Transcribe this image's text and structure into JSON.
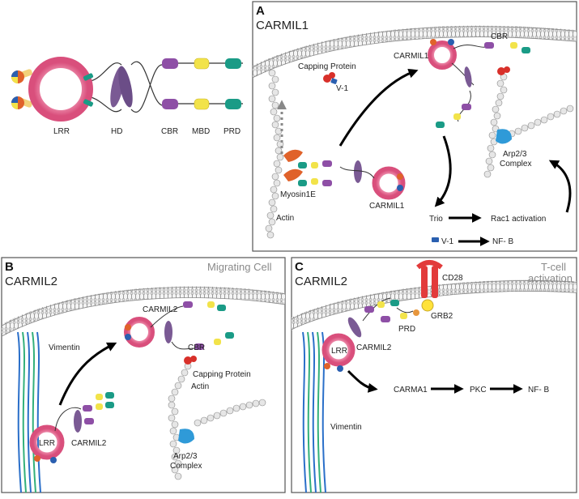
{
  "domain_overview": {
    "labels": {
      "lrr": "LRR",
      "hd": "HD",
      "cbr": "CBR",
      "mbd": "MBD",
      "prd": "PRD"
    }
  },
  "panel_a": {
    "letter": "A",
    "title": "CARMIL1",
    "labels": {
      "capping_protein": "Capping Protein",
      "v1": "V-1",
      "carmil1_top": "CARMIL1",
      "cbr": "CBR",
      "myosin": "Myosin1E",
      "carmil1_bottom": "CARMIL1",
      "arp": "Arp2/3",
      "complex": "Complex",
      "actin": "Actin",
      "trio": "Trio",
      "rac1": "Rac1 activation",
      "v1_bottom": "V-1",
      "nfkb": "NF-  B"
    }
  },
  "panel_b": {
    "letter": "B",
    "title": "CARMIL2",
    "subtitle": "Migrating Cell",
    "labels": {
      "vimentin": "Vimentin",
      "carmil2_top": "CARMIL2",
      "cbr": "CBR",
      "capping_protein": "Capping Protein",
      "actin": "Actin",
      "lrr": "LRR",
      "carmil2_bottom": "CARMIL2",
      "arp": "Arp2/3",
      "complex": "Complex"
    }
  },
  "panel_c": {
    "letter": "C",
    "title": "CARMIL2",
    "subtitle_line1": "T-cell",
    "subtitle_line2": "activation",
    "labels": {
      "cd28": "CD28",
      "grb2": "GRB2",
      "prd": "PRD",
      "lrr": "LRR",
      "carmil2": "CARMIL2",
      "carma1": "CARMA1",
      "pkc": "PKC",
      "nfkb": "NF-  B",
      "vimentin": "Vimentin"
    }
  },
  "colors": {
    "lrr": "#e8698f",
    "hd": "#7a5a94",
    "cbr": "#8e4fa6",
    "mbd": "#f2e34a",
    "prd": "#1a9b86",
    "arp": "#2f9ad8",
    "myosin": "#e0622a",
    "capping_red": "#d8302a",
    "capping_blue": "#2a5fb0",
    "cd28": "#e23b3b",
    "grb2": "#ffe23a",
    "vimentin_blue": "#2a6fc9",
    "vimentin_green": "#33b07a",
    "membrane": "#cfcfcf"
  }
}
